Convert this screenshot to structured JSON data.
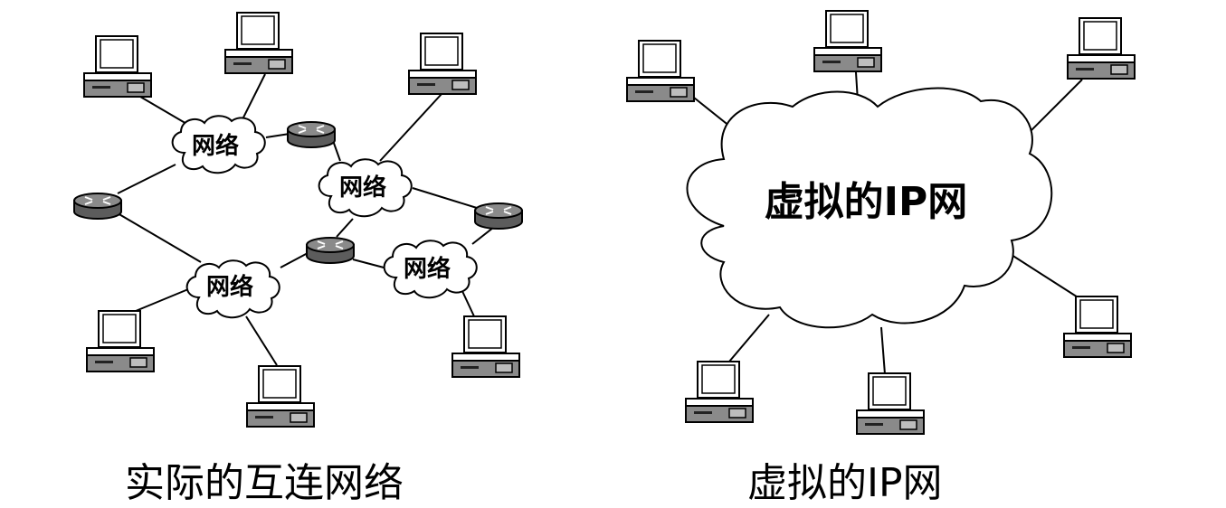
{
  "left": {
    "cloud_label": "网络",
    "caption": "实际的互连网络"
  },
  "right": {
    "cloud_label": "虚拟的IP网",
    "caption": "虚拟的IP网"
  },
  "icons": {
    "computer": "computer-icon",
    "router": "router-icon",
    "cloud": "cloud-icon"
  },
  "colors": {
    "line": "#000000",
    "router_top": "#8a8a8a",
    "router_side": "#5c5c5c",
    "computer_base": "#8a8a8a"
  }
}
